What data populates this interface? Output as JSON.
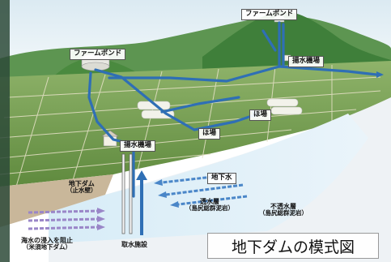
{
  "diagram": {
    "title": "地下ダムの模式図",
    "labels": {
      "farm_pond_top": "ファームポンド",
      "farm_pond_left": "ファームポンド",
      "pump_station_right": "揚水機場",
      "pump_station_left": "揚水機場",
      "field_1": "ほ場",
      "field_2": "ほ場",
      "groundwater": "地下水",
      "permeable_layer": "透水層",
      "permeable_layer_sub": "（島尻総群泥岩）",
      "impermeable_layer": "不透水層",
      "impermeable_layer_sub": "（島尻総群泥岩）",
      "underground_dam": "地下ダム",
      "underground_dam_sub": "（止水壁）",
      "intake_facility": "取水施設",
      "seawater_block": "海水の浸入を阻止",
      "seawater_block_sub": "（米須地下ダム）"
    },
    "colors": {
      "pipeline": "#2f6fb5",
      "sky": "#e8f2f7",
      "field": "#6d9a4a",
      "hill": "#3f7f3a",
      "groundwater_body": "#c8e4f2",
      "impermeable": "#e9eef2",
      "arrow_blue": "#4a86c8",
      "arrow_purple": "#9a86c8"
    }
  }
}
